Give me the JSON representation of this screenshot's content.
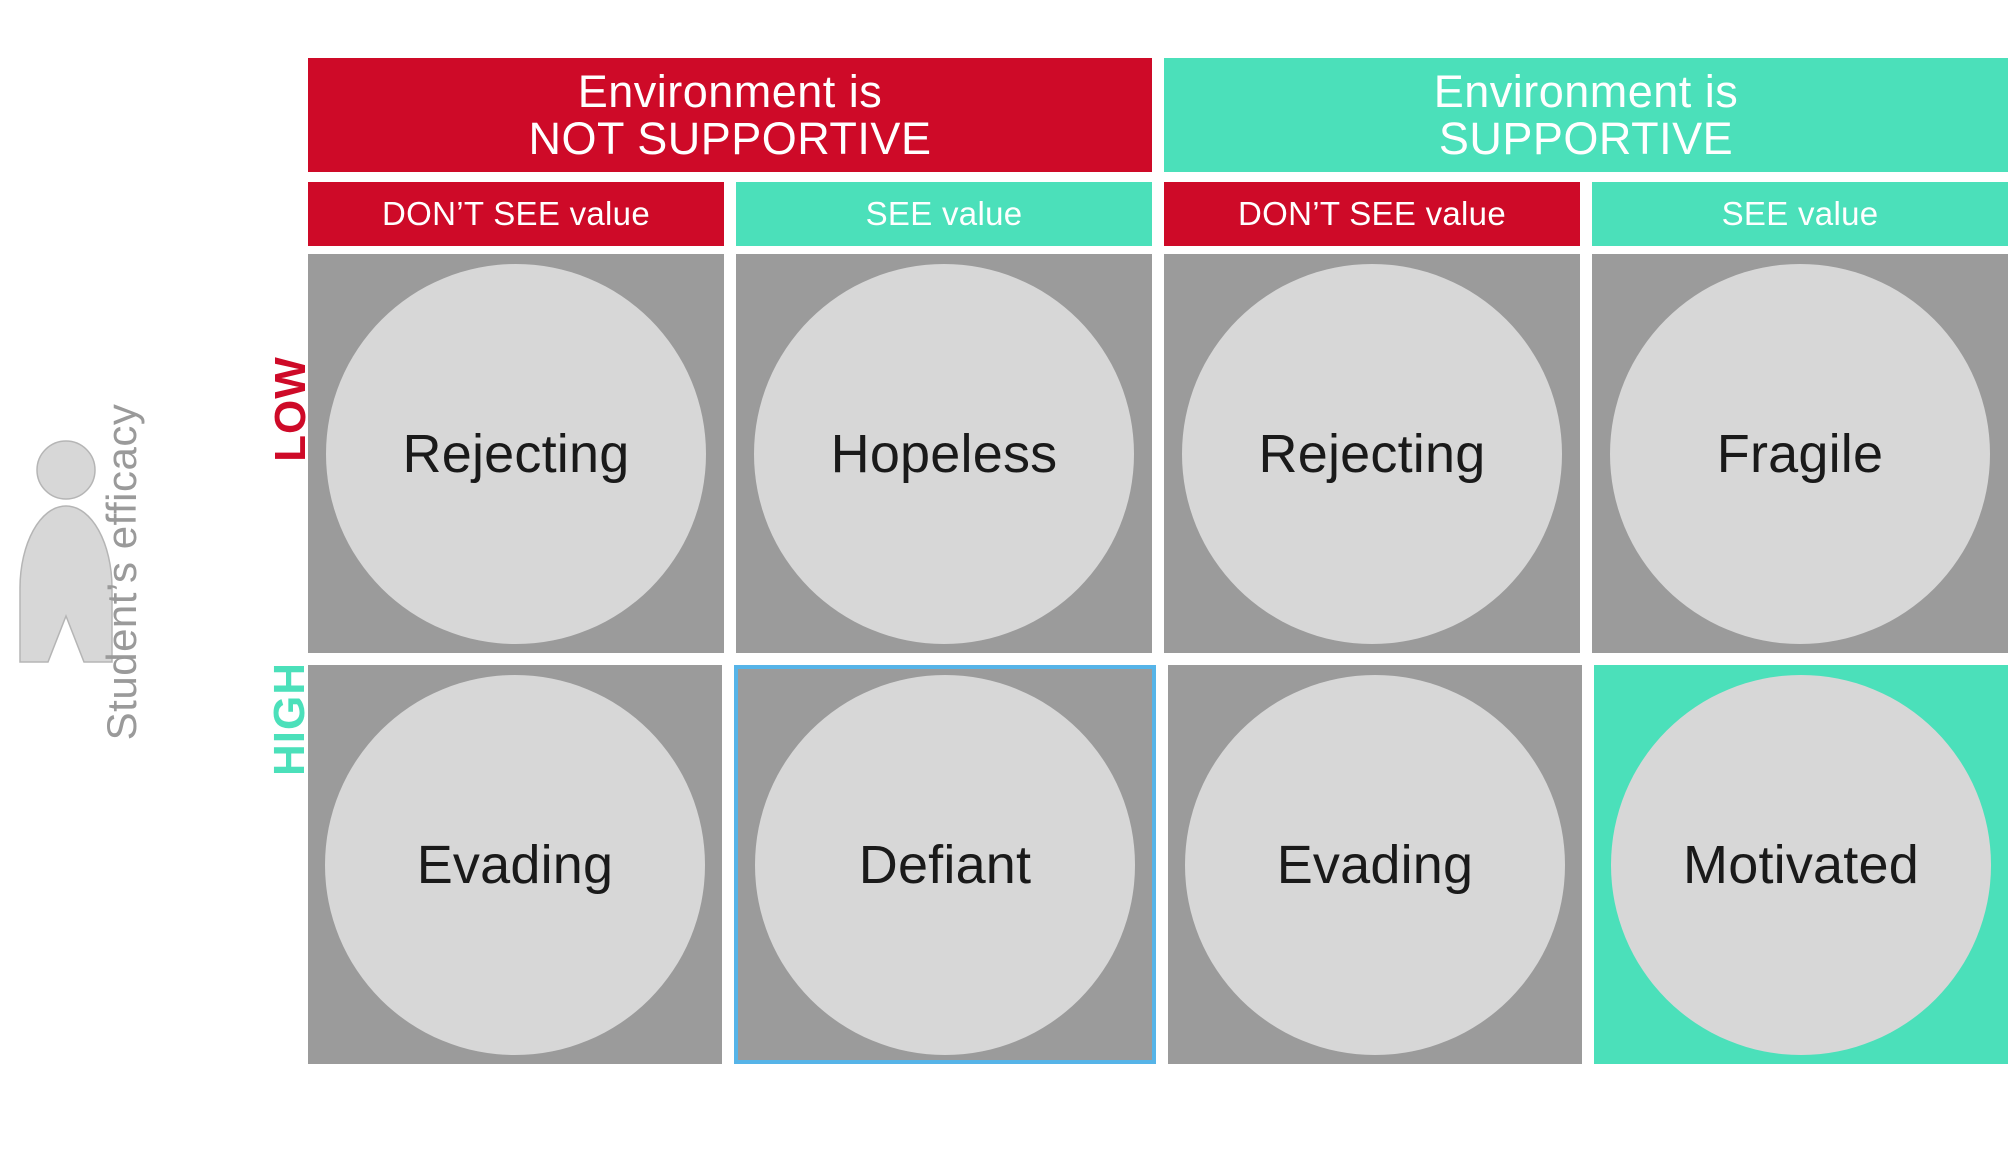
{
  "axis": {
    "title": "Student’s efficacy",
    "levels": [
      {
        "label": "LOW",
        "color": "#CE0A28"
      },
      {
        "label": "HIGH",
        "color": "#4BE0BA"
      }
    ],
    "icon": "student-person-icon"
  },
  "colors": {
    "red": "#CE0A28",
    "teal": "#4BE0BA",
    "cell_gray": "#9B9B9B",
    "bubble_gray": "#D7D7D7",
    "selection_blue": "#56B4E8",
    "label_gray": "#9A9A9A",
    "text_white": "#FFFFFF",
    "text_black": "#1A1A1A"
  },
  "header": {
    "bands": [
      {
        "line1": "Environment is",
        "line2": "NOT SUPPORTIVE",
        "tone": "red"
      },
      {
        "line1": "Environment is",
        "line2": "SUPPORTIVE",
        "tone": "teal"
      }
    ],
    "subheaders": [
      {
        "label": "DON’T SEE value",
        "tone": "red"
      },
      {
        "label": "SEE value",
        "tone": "teal"
      },
      {
        "label": "DON’T SEE value",
        "tone": "red"
      },
      {
        "label": "SEE value",
        "tone": "teal"
      }
    ]
  },
  "grid": {
    "rows": [
      {
        "level": "LOW",
        "cells": [
          {
            "label": "Rejecting",
            "tone": "gray",
            "selected": false
          },
          {
            "label": "Hopeless",
            "tone": "gray",
            "selected": false
          },
          {
            "label": "Rejecting",
            "tone": "gray",
            "selected": false
          },
          {
            "label": "Fragile",
            "tone": "gray",
            "selected": false
          }
        ]
      },
      {
        "level": "HIGH",
        "cells": [
          {
            "label": "Evading",
            "tone": "gray",
            "selected": false
          },
          {
            "label": "Defiant",
            "tone": "gray",
            "selected": true
          },
          {
            "label": "Evading",
            "tone": "gray",
            "selected": false
          },
          {
            "label": "Motivated",
            "tone": "teal",
            "selected": false
          }
        ]
      }
    ]
  }
}
